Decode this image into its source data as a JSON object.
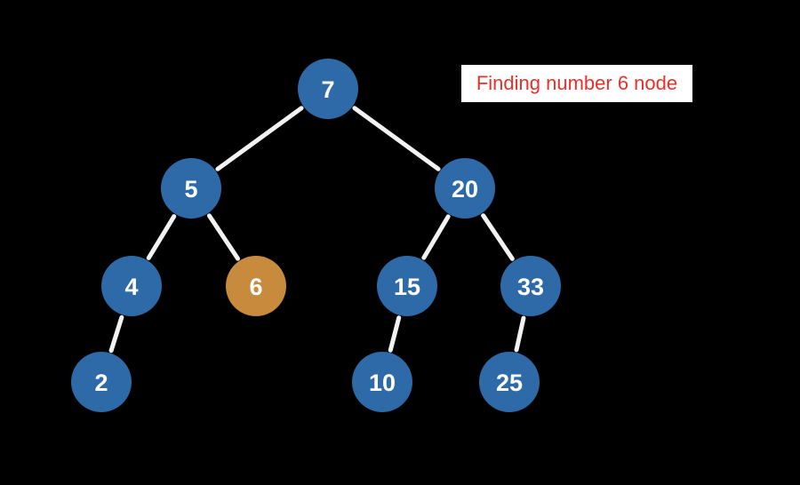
{
  "caption": {
    "text": "Finding number 6 node",
    "color": "#e8312a"
  },
  "colors": {
    "node": "#2e6aa8",
    "highlight": "#c88a3c",
    "edge": "#f2f2f2",
    "text": "#ffffff",
    "background": "#000000"
  },
  "tree": {
    "nodes": [
      {
        "id": "n7",
        "label": "7",
        "highlight": false
      },
      {
        "id": "n5",
        "label": "5",
        "highlight": false
      },
      {
        "id": "n20",
        "label": "20",
        "highlight": false
      },
      {
        "id": "n4",
        "label": "4",
        "highlight": false
      },
      {
        "id": "n6",
        "label": "6",
        "highlight": true
      },
      {
        "id": "n15",
        "label": "15",
        "highlight": false
      },
      {
        "id": "n33",
        "label": "33",
        "highlight": false
      },
      {
        "id": "n2",
        "label": "2",
        "highlight": false
      },
      {
        "id": "n10",
        "label": "10",
        "highlight": false
      },
      {
        "id": "n25",
        "label": "25",
        "highlight": false
      }
    ],
    "edges": [
      [
        "n7",
        "n5"
      ],
      [
        "n7",
        "n20"
      ],
      [
        "n5",
        "n4"
      ],
      [
        "n5",
        "n6"
      ],
      [
        "n20",
        "n15"
      ],
      [
        "n20",
        "n33"
      ],
      [
        "n4",
        "n2"
      ],
      [
        "n15",
        "n10"
      ],
      [
        "n33",
        "n25"
      ]
    ]
  }
}
